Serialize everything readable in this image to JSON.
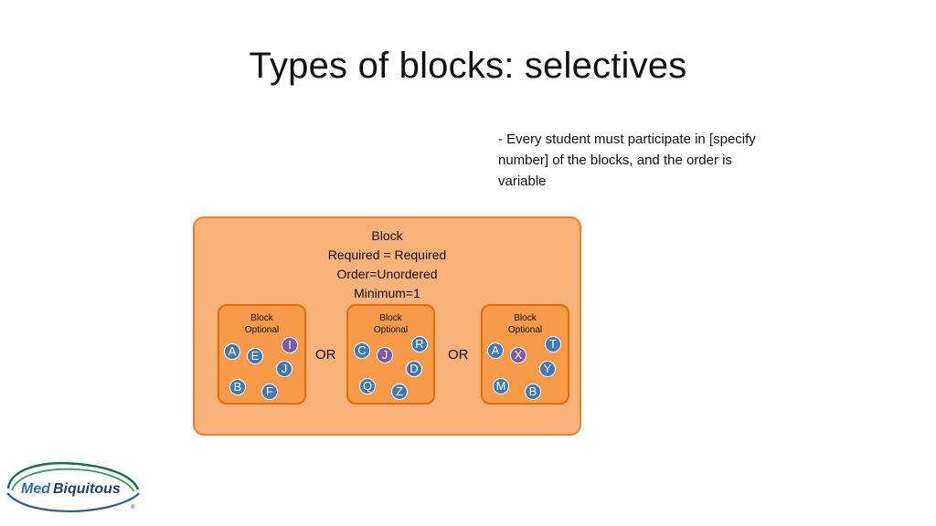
{
  "slide": {
    "title": "Types of blocks: selectives",
    "note": "- Every student must participate in [specify number] of the blocks, and the order is variable"
  },
  "diagram": {
    "outer_block": {
      "lines": [
        "Block",
        "Required = Required",
        "Order=Unordered",
        "Minimum=1"
      ]
    },
    "separator": "OR",
    "inner_blocks": [
      {
        "lines": [
          "Block",
          "Optional"
        ],
        "items": [
          {
            "label": "A",
            "color": "blue"
          },
          {
            "label": "E",
            "color": "blue"
          },
          {
            "label": "I",
            "color": "purple"
          },
          {
            "label": "J",
            "color": "blue"
          },
          {
            "label": "B",
            "color": "blue"
          },
          {
            "label": "F",
            "color": "blue"
          }
        ]
      },
      {
        "lines": [
          "Block",
          "Optional"
        ],
        "items": [
          {
            "label": "C",
            "color": "blue"
          },
          {
            "label": "J",
            "color": "purple"
          },
          {
            "label": "R",
            "color": "blue"
          },
          {
            "label": "D",
            "color": "blue"
          },
          {
            "label": "Q",
            "color": "blue"
          },
          {
            "label": "Z",
            "color": "blue"
          }
        ]
      },
      {
        "lines": [
          "Block",
          "Optional"
        ],
        "items": [
          {
            "label": "A",
            "color": "blue"
          },
          {
            "label": "X",
            "color": "purple"
          },
          {
            "label": "T",
            "color": "blue"
          },
          {
            "label": "Y",
            "color": "blue"
          },
          {
            "label": "M",
            "color": "blue"
          },
          {
            "label": "B",
            "color": "blue"
          }
        ]
      }
    ]
  },
  "colors": {
    "outer_fill": "#f9b27a",
    "outer_border": "#ed7d31",
    "inner_fill": "#f79a4a",
    "circle_blue": "#3d78b8",
    "circle_purple": "#7a5aa8"
  },
  "logo": {
    "brand_name": "MedBiquitous"
  }
}
